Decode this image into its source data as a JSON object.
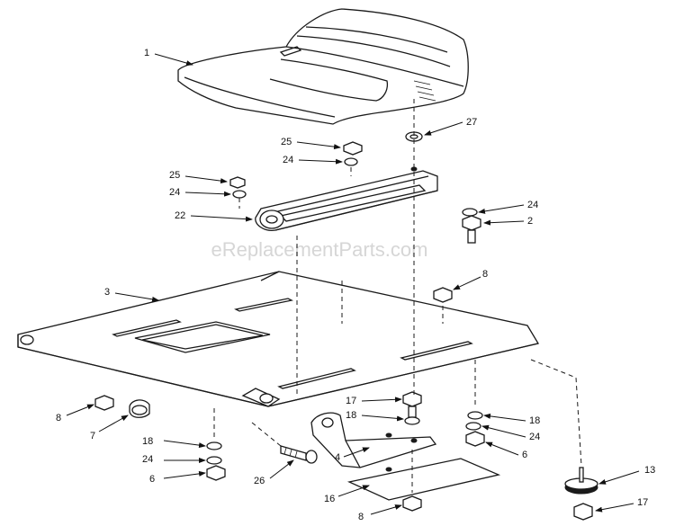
{
  "watermark": "eReplacementParts.com",
  "callouts": {
    "c1": "1",
    "c27": "27",
    "c25a": "25",
    "c24a": "24",
    "c25b": "25",
    "c24b": "24",
    "c22": "22",
    "c24c": "24",
    "c2": "2",
    "c3": "3",
    "c8a": "8",
    "c17a": "17",
    "c18a": "18",
    "c18b": "18",
    "c24d": "24",
    "c6a": "6",
    "c8b": "8",
    "c7": "7",
    "c18c": "18",
    "c24e": "24",
    "c26": "26",
    "c4": "4",
    "c6b": "6",
    "c13": "13",
    "c16": "16",
    "c17b": "17",
    "c8c": "8"
  },
  "icons": {
    "arrowhead": "arrow-icon"
  }
}
